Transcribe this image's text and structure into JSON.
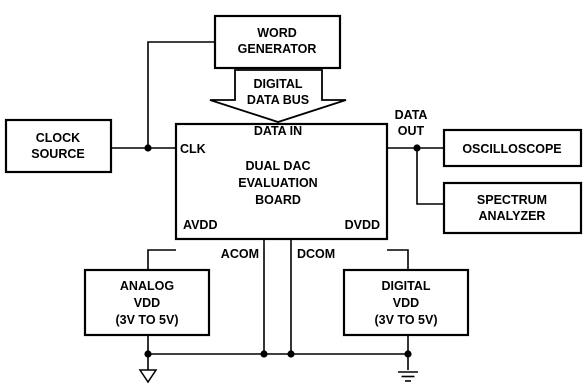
{
  "blocks": {
    "word_generator": {
      "line1": "WORD",
      "line2": "GENERATOR"
    },
    "clock_source": {
      "line1": "CLOCK",
      "line2": "SOURCE"
    },
    "dac_board": {
      "title_line1": "DUAL DAC",
      "title_line2": "EVALUATION",
      "title_line3": "BOARD",
      "pin_data_in": "DATA IN",
      "pin_clk": "CLK",
      "pin_avdd": "AVDD",
      "pin_dvdd": "DVDD"
    },
    "oscilloscope": {
      "line1": "OSCILLOSCOPE"
    },
    "spectrum_analyzer": {
      "line1": "SPECTRUM",
      "line2": "ANALYZER"
    },
    "analog_vdd": {
      "line1": "ANALOG",
      "line2": "VDD",
      "line3": "(3V TO 5V)"
    },
    "digital_vdd": {
      "line1": "DIGITAL",
      "line2": "VDD",
      "line3": "(3V TO 5V)"
    }
  },
  "labels": {
    "bus_line1": "DIGITAL",
    "bus_line2": "DATA BUS",
    "data_out_line1": "DATA",
    "data_out_line2": "OUT",
    "acom": "ACOM",
    "dcom": "DCOM"
  },
  "colors": {
    "ink": "#000000",
    "background": "#ffffff"
  }
}
